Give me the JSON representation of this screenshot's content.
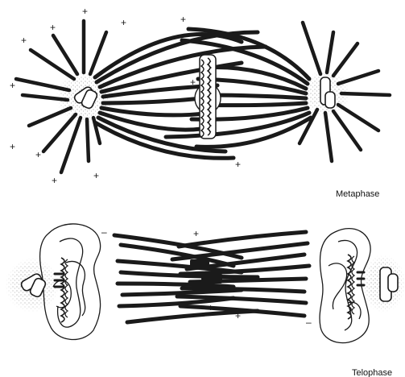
{
  "panels": [
    {
      "id": "metaphase",
      "label": "Metaphase"
    },
    {
      "id": "telophase",
      "label": "Telophase"
    }
  ],
  "signs": {
    "plus": "+",
    "minus": "–"
  },
  "colors": {
    "ink": "#1a1a1a",
    "background": "#ffffff"
  }
}
